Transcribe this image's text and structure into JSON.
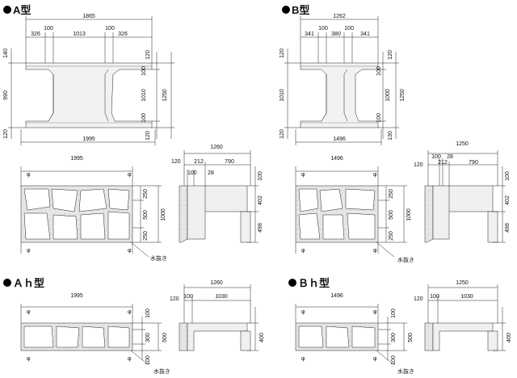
{
  "titles": {
    "a": "A型",
    "b": "B型",
    "ah": "Ａｈ型",
    "bh": "Ｂｈ型"
  },
  "drain_label": "水抜き",
  "phi_symbol": "φ",
  "a_top": {
    "overall": "1865",
    "left_flange": "326",
    "web_left": "100",
    "center": "1013",
    "web_right": "100",
    "right_flange": "326",
    "left_top": "140",
    "left_mid": "990",
    "left_bot": "120",
    "right_top": "120",
    "right_a": "100",
    "right_mid": "1010",
    "right_b": "100",
    "right_bot": "120",
    "right_total": "1250",
    "bottom_width": "1995"
  },
  "b_top": {
    "overall": "1262",
    "left_flange": "341",
    "web_left": "100",
    "center": "380",
    "web_right": "100",
    "right_flange": "341",
    "left_top": "120",
    "left_mid": "1010",
    "left_bot": "120",
    "right_top": "120",
    "right_a": "100",
    "right_mid": "1000",
    "right_b": "100",
    "right_bot": "130",
    "right_total": "1250",
    "bottom_width": "1496"
  },
  "a_front": {
    "width": "1995",
    "top": "250",
    "mid": "500",
    "bot": "250",
    "total": "1000"
  },
  "b_front": {
    "width": "1496",
    "top": "250",
    "mid": "500",
    "bot": "250",
    "total": "1000"
  },
  "a_side": {
    "total": "1260",
    "d1": "212",
    "d2": "790",
    "left": "120",
    "inner1": "100",
    "inner2": "28",
    "right1": "100",
    "right2": "402",
    "right3": "498"
  },
  "b_side": {
    "total": "1250",
    "d0": "100",
    "d1": "28",
    "d2": "212",
    "d3": "790",
    "left": "120",
    "right1": "100",
    "right2": "402",
    "right3": "498"
  },
  "ah_front": {
    "width": "1995",
    "top": "100",
    "mid": "300",
    "bot": "100",
    "total": "500"
  },
  "bh_front": {
    "width": "1496",
    "top": "100",
    "mid": "300",
    "bot": "100",
    "total": "500"
  },
  "ah_side": {
    "total": "1260",
    "d1": "100",
    "d2": "1030",
    "left": "120",
    "right": "400"
  },
  "bh_side": {
    "total": "1250",
    "d1": "100",
    "d2": "1030",
    "left": "120",
    "right": "400"
  }
}
